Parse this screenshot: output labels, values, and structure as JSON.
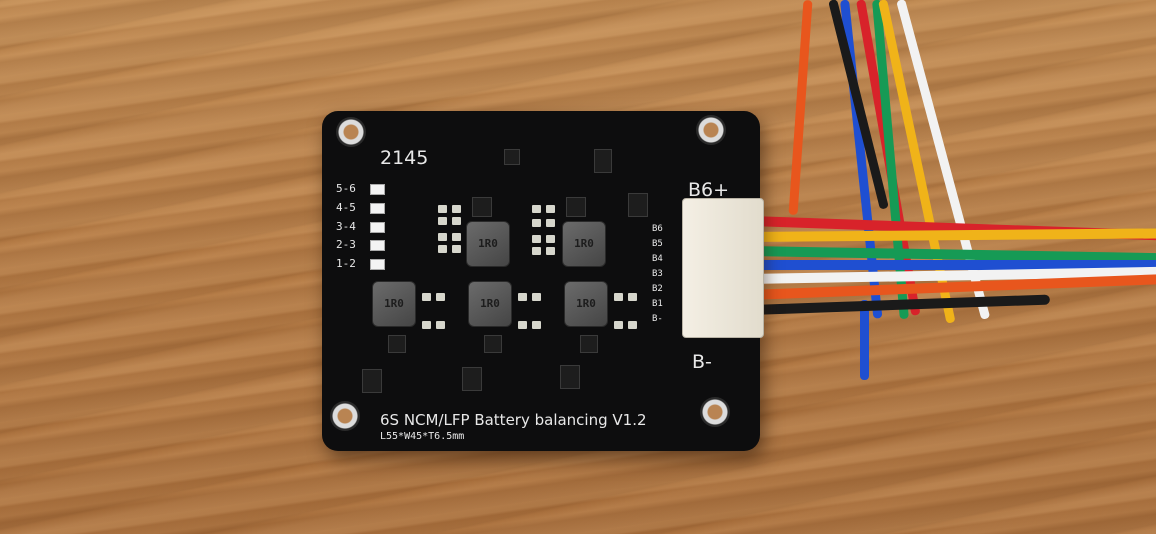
{
  "board": {
    "title": "6S NCM/LFP Battery balancing V1.2",
    "dimensions": "L55*W45*T6.5mm",
    "serial": "2145",
    "connector_top_label": "B6+",
    "connector_bottom_label": "B-",
    "led_labels": [
      "5-6",
      "4-5",
      "3-4",
      "2-3",
      "1-2"
    ],
    "pin_labels": [
      "B6",
      "B5",
      "B4",
      "B3",
      "B2",
      "B1",
      "B-"
    ],
    "inductor_marking": "1R0"
  },
  "colors": {
    "pcb": "#0d0d0e",
    "silkscreen": "#e8e8e8",
    "wood": "#b47a44",
    "wire_red": "#d8232a",
    "wire_yellow": "#f0b319",
    "wire_green": "#169a55",
    "wire_blue": "#1f4fd1",
    "wire_white": "#f2f2f2",
    "wire_orange": "#e8561d",
    "wire_black": "#1a1a1a"
  }
}
